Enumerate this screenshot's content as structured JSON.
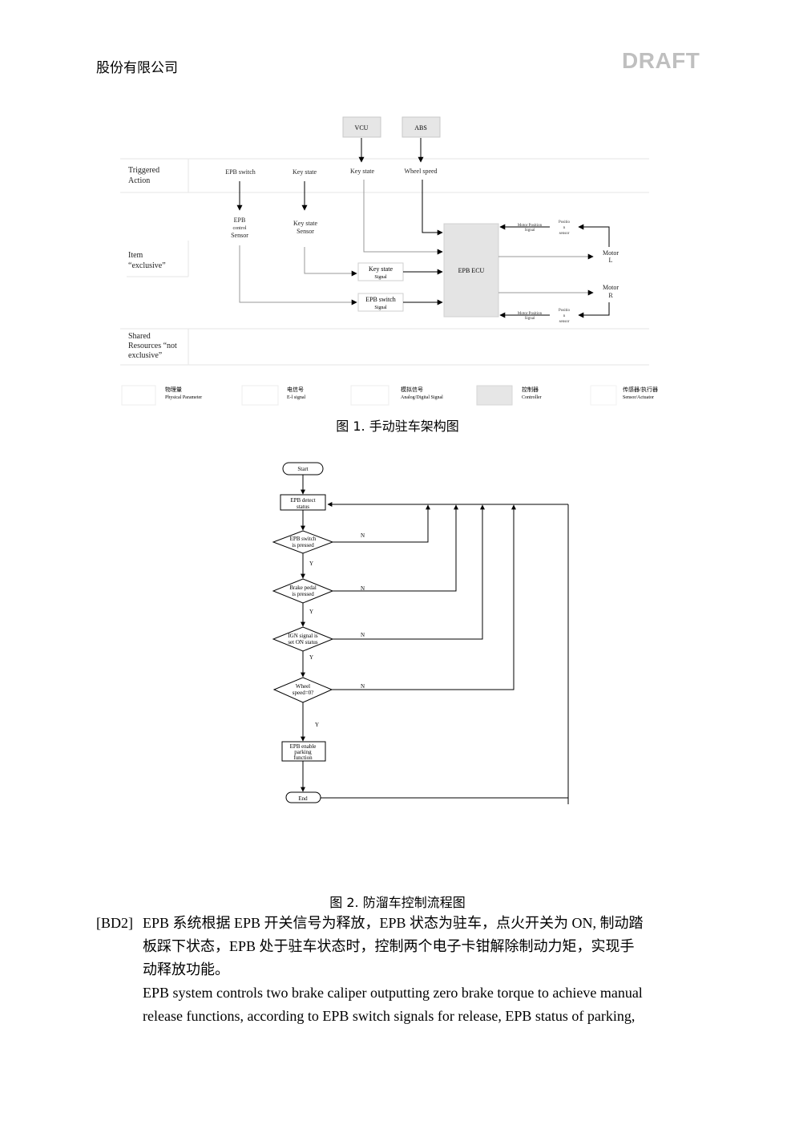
{
  "header": {
    "company": "股份有限公司",
    "watermark": "DRAFT"
  },
  "figure1": {
    "caption": "图 1. 手动驻车架构图",
    "rows": {
      "triggered": [
        "Triggered",
        "Action"
      ],
      "item": [
        "Item",
        "“exclusive”"
      ],
      "shared": [
        "Shared",
        "Resources “not",
        "exclusive”"
      ]
    },
    "ext_boxes": {
      "vcu": "VCU",
      "abs": "ABS"
    },
    "triggers": {
      "epb_switch": "EPB switch",
      "key_state": "Key state",
      "key_state_2": "Key state",
      "wheel_speed": "Wheel speed"
    },
    "sensors": {
      "epb_sensor": [
        "EPB",
        "control",
        "Sensor"
      ],
      "key_sensor": [
        "Key state",
        "Sensor"
      ]
    },
    "signals": {
      "key_signal": [
        "Key state",
        "Signal"
      ],
      "epb_signal": [
        "EPB switch",
        "Signal"
      ]
    },
    "ecu": "EPB ECU",
    "feedback": {
      "top_signal": [
        "Motor Position",
        "Signal"
      ],
      "top_sensor": [
        "Positio",
        "n",
        "sensor"
      ],
      "bottom_signal": [
        "Motor Position",
        "Signal"
      ],
      "bottom_sensor": [
        "Positio",
        "n",
        "sensor"
      ]
    },
    "motors": {
      "left": [
        "Motor",
        "L"
      ],
      "right": [
        "Motor",
        "R"
      ]
    },
    "legend": [
      {
        "cn": "物理量",
        "en": "Physical Parameter"
      },
      {
        "cn": "电信号",
        "en": "E-l signal"
      },
      {
        "cn": "模拟信号",
        "en": "Analog/Digital Signal"
      },
      {
        "cn": "控制器",
        "en": "Controller"
      },
      {
        "cn": "传感器/执行器",
        "en": "Sensor/Actuator"
      }
    ]
  },
  "figure2": {
    "caption": "图 2. 防溜车控制流程图",
    "start": "Start",
    "detect": [
      "EPB detect",
      "status"
    ],
    "decisions": [
      [
        "EPB switch",
        "is pressed"
      ],
      [
        "Brake pedal",
        "is pressed"
      ],
      [
        "IGN signal is",
        "set ON status"
      ],
      [
        "Wheel",
        "speed=0?"
      ]
    ],
    "yes_label": "Y",
    "no_label": "N",
    "action": [
      "EPB enable",
      "parking",
      "function"
    ],
    "end": "End"
  },
  "paragraph": {
    "tag": "[BD2]",
    "cn_lines": [
      "EPB 系统根据 EPB 开关信号为释放，EPB 状态为驻车，点火开关为 ON, 制动踏",
      "板踩下状态，EPB 处于驻车状态时，控制两个电子卡钳解除制动力矩，实现手",
      "动释放功能。"
    ],
    "en_lines": [
      "EPB system controls two brake caliper outputting zero brake torque to achieve manual",
      "release functions, according to EPB switch signals for release, EPB status of parking,"
    ]
  }
}
